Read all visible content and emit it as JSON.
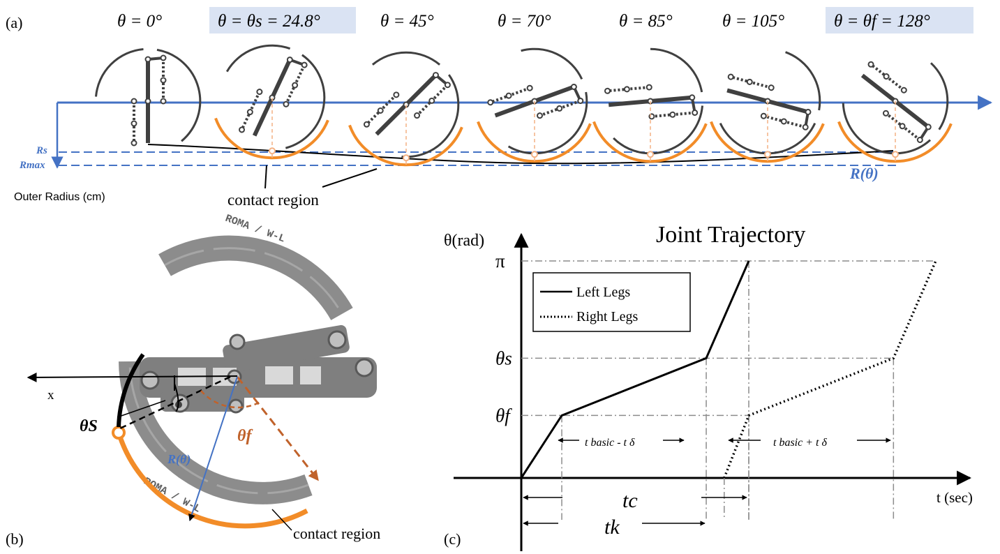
{
  "colors": {
    "axis_blue": "#4472c4",
    "orange": "#f28c28",
    "dark_orange": "#c0622b",
    "link_gray": "#404040",
    "part_gray": "#8c8c8c",
    "highlight": "#dae3f3"
  },
  "panel_a": {
    "label": "(a)",
    "angles": [
      {
        "theta": "θ = 0°",
        "highlight": false
      },
      {
        "theta": "θ = θs = 24.8°",
        "highlight": true
      },
      {
        "theta": "θ = 45°",
        "highlight": false
      },
      {
        "theta": "θ = 70°",
        "highlight": false
      },
      {
        "theta": "θ = 85°",
        "highlight": false
      },
      {
        "theta": "θ = 105°",
        "highlight": false
      },
      {
        "theta": "θ = θf = 128°",
        "highlight": true
      }
    ],
    "rs_label": "Rs",
    "rmax_label": "Rmax",
    "yaxis_label": "Outer Radius (cm)",
    "curve_label": "R(θ)",
    "contact_label": "contact region"
  },
  "panel_b": {
    "label": "(b)",
    "x_label": "x",
    "theta_s_label": "θS",
    "theta_f_label": "θf",
    "r_label": "R(θ)",
    "contact_label": "contact region",
    "engraving_top": "ROMA / W-L",
    "engraving_bottom": "ROMA / W-L"
  },
  "panel_c": {
    "label": "(c)",
    "chart_data": {
      "type": "line",
      "title": "Joint Trajectory",
      "ylabel": "θ(rad)",
      "xlabel": "t (sec)",
      "y_ticks": [
        "π",
        "θs",
        "θf"
      ],
      "series": [
        {
          "name": "Left Legs",
          "style": "solid",
          "points": [
            [
              0,
              0
            ],
            [
              0.178,
              0.288
            ],
            [
              0.813,
              0.552
            ],
            [
              1.0,
              1.0
            ]
          ]
        },
        {
          "name": "Right Legs",
          "style": "dotted",
          "points": [
            [
              0.892,
              0
            ],
            [
              1.0,
              0.288
            ],
            [
              1.636,
              0.552
            ],
            [
              1.822,
              1.0
            ]
          ]
        }
      ],
      "annotations": {
        "interval_left": "t basic - t δ",
        "interval_right": "t basic + t δ",
        "tc": "tc",
        "tk": "tk"
      }
    }
  }
}
